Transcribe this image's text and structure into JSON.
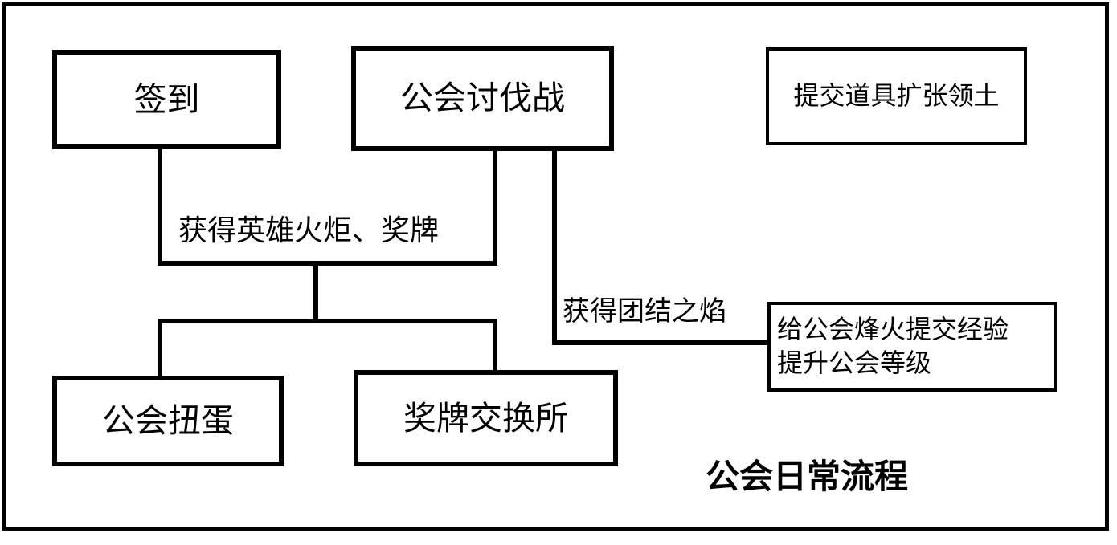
{
  "diagram": {
    "caption": "公会日常流程",
    "nodes": {
      "checkin": {
        "label": "签到"
      },
      "raid": {
        "label": "公会讨伐战"
      },
      "territory": {
        "label": "提交道具扩张领土"
      },
      "gacha": {
        "label": "公会扭蛋"
      },
      "medal": {
        "label": "奖牌交换所"
      },
      "beacon": {
        "label": "给公会烽火提交经验\n提升公会等级"
      }
    },
    "edge_labels": {
      "torch": "获得英雄火炬、奖牌",
      "flame": "获得团结之焰"
    },
    "colors": {
      "stroke": "#000000",
      "fill": "#ffffff"
    }
  }
}
